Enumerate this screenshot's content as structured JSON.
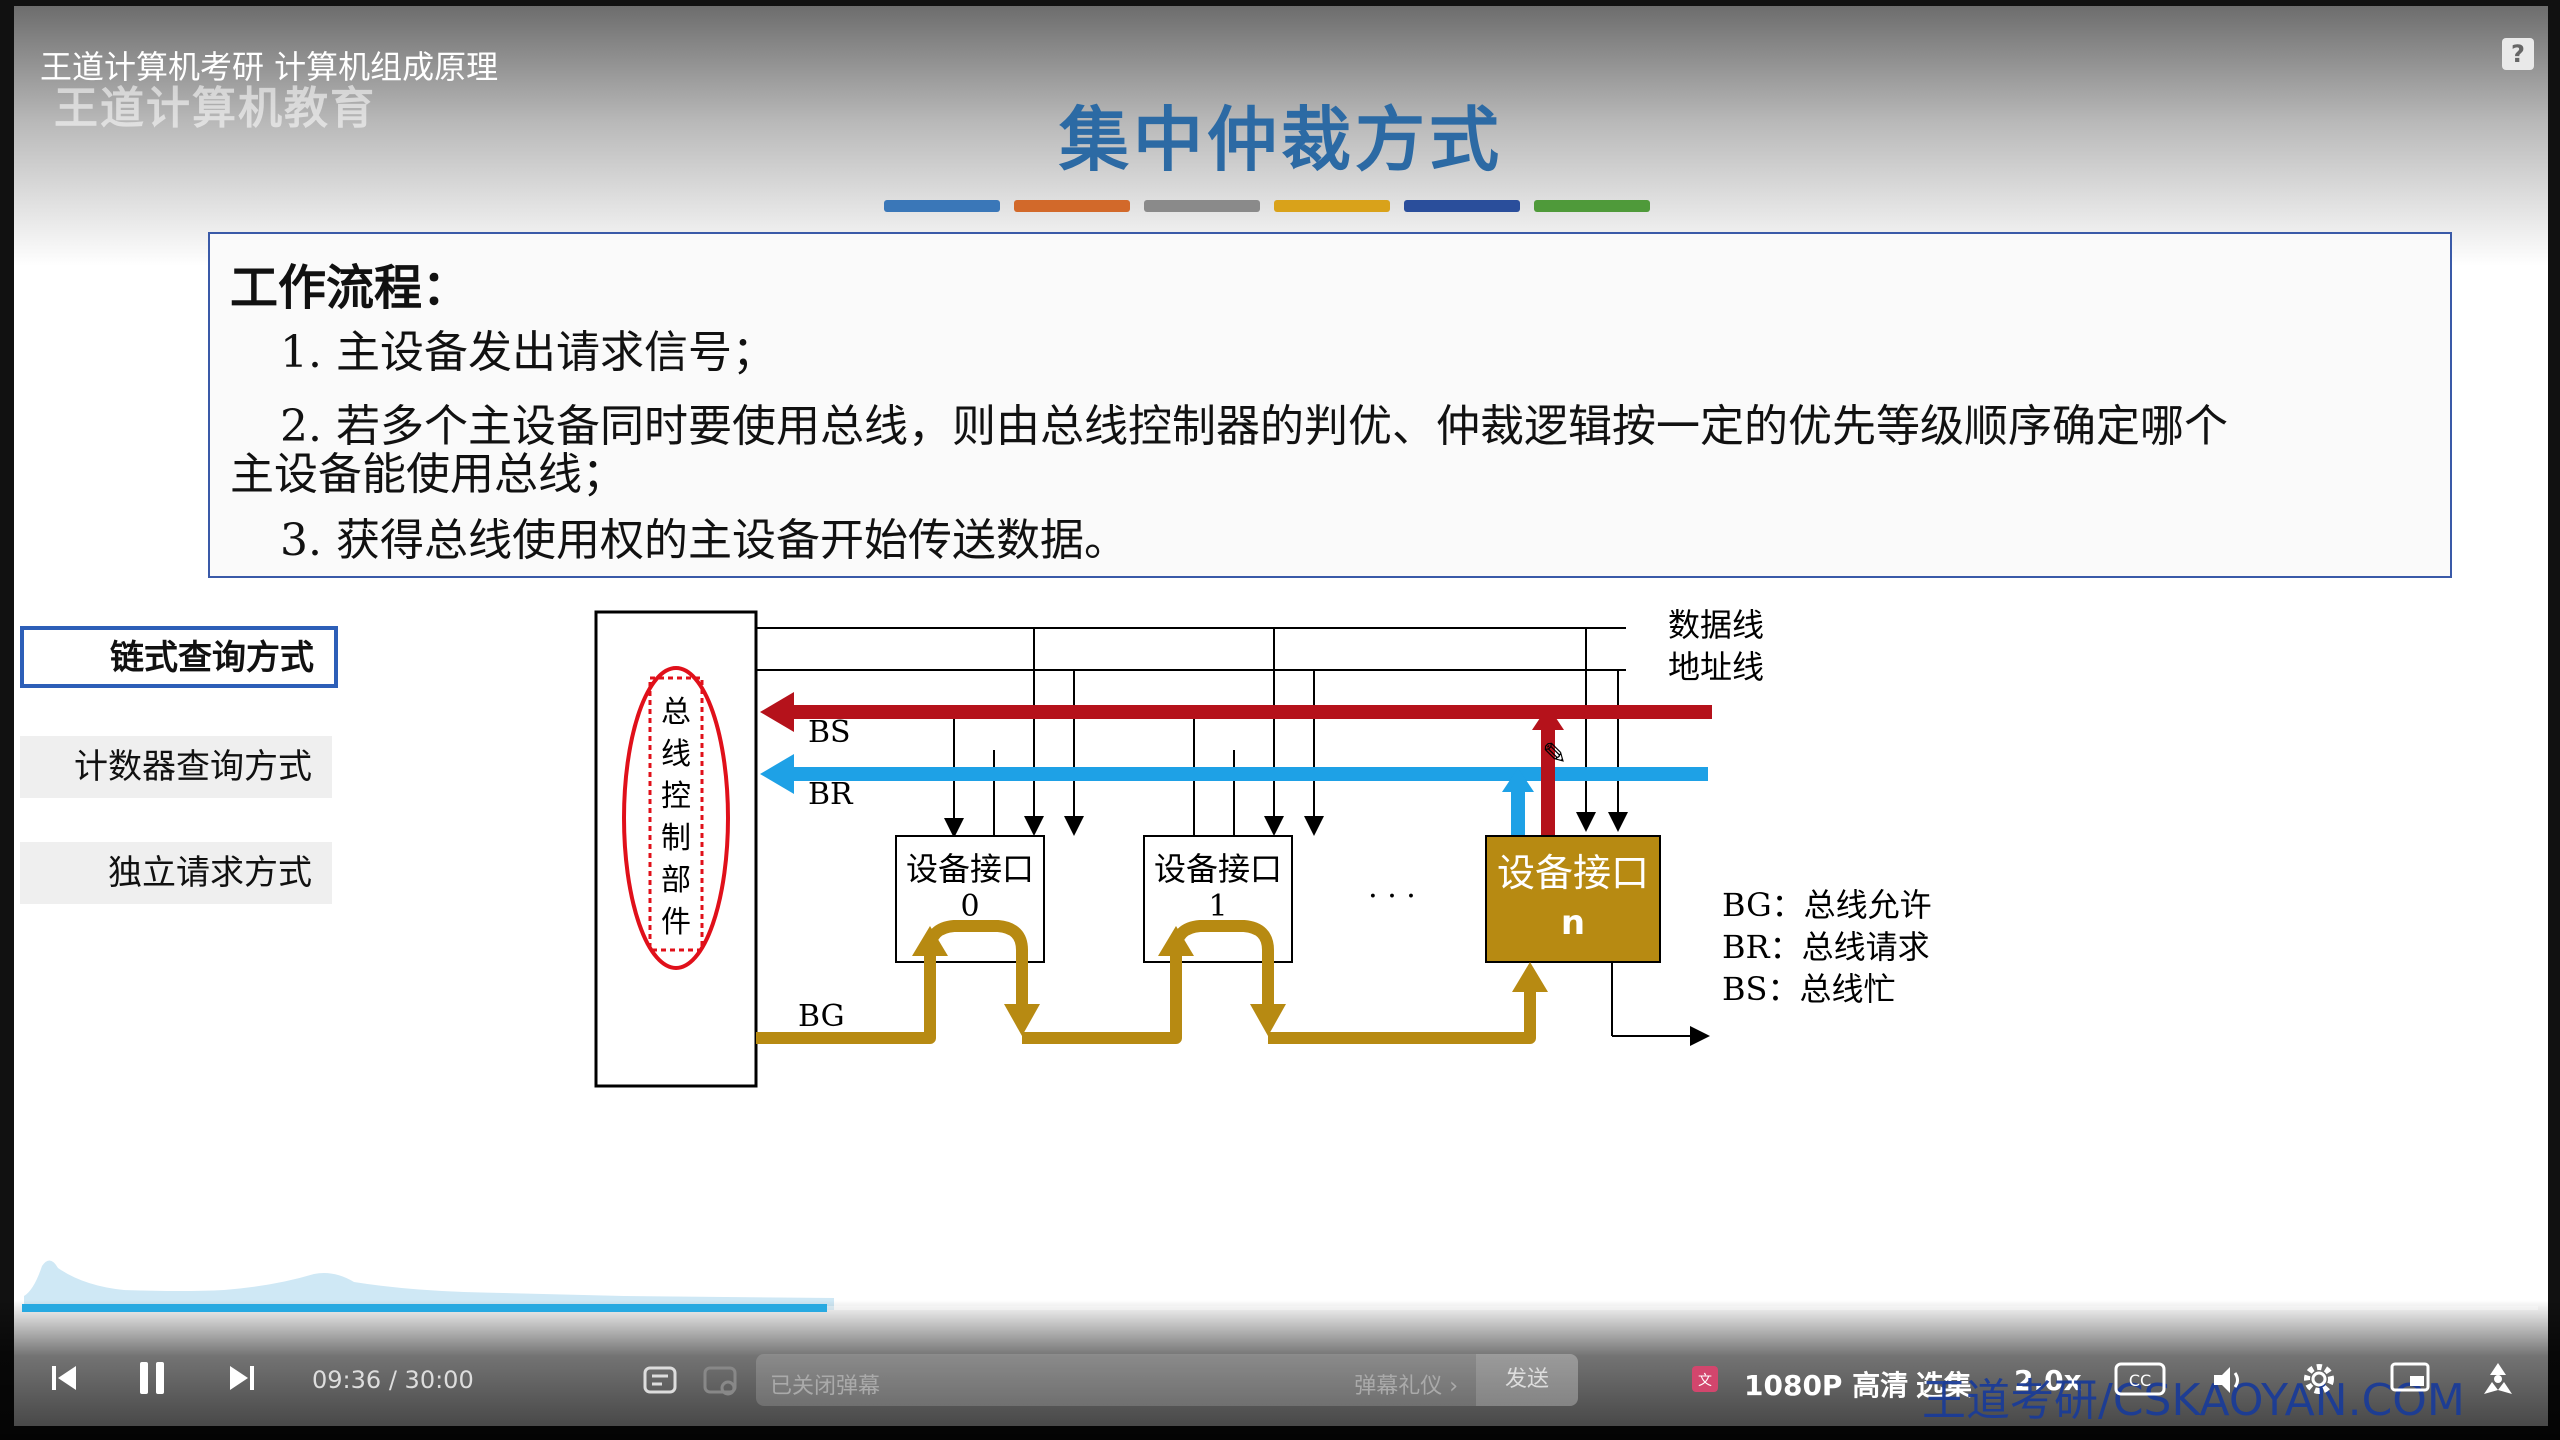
{
  "player": {
    "course_title": "王道计算机考研 计算机组成原理",
    "watermark_top_left": "王道计算机教育",
    "help_icon": "?",
    "time_current": "09:36",
    "time_separator": "/",
    "time_total": "30:00",
    "progress_fraction": 0.32,
    "danmu_placeholder": "已关闭弹幕",
    "danmu_etiquette": "弹幕礼仪 ›",
    "send_label": "发送",
    "quality_label": "1080P 高清",
    "episodes_label": "选集",
    "speed_label": "2.0x",
    "watermark_bottom_right": "王道考研/CSKAOYAN.COM"
  },
  "slide": {
    "title": "集中仲裁方式",
    "accent_colors": [
      "#3a77b8",
      "#d2692a",
      "#8a8a8a",
      "#d9a21a",
      "#2a4e9b",
      "#4f9a3a"
    ],
    "box_heading": "工作流程：",
    "steps": [
      "1. 主设备发出请求信号；",
      "2. 若多个主设备同时要使用总线，则由总线控制器的判优、仲裁逻辑按一定的优先等级顺序确定哪个",
      "主设备能使用总线；",
      "3. 获得总线使用权的主设备开始传送数据。"
    ]
  },
  "side_menu": {
    "items": [
      {
        "label": "链式查询方式",
        "active": true
      },
      {
        "label": "计数器查询方式",
        "active": false
      },
      {
        "label": "独立请求方式",
        "active": false
      }
    ]
  },
  "diagram": {
    "controller_chars": [
      "总",
      "线",
      "控",
      "制",
      "部",
      "件"
    ],
    "line_labels": [
      "数据线",
      "地址线"
    ],
    "signals": {
      "bs": "BS",
      "br": "BR",
      "bg": "BG"
    },
    "devices": [
      {
        "label": "设备接口",
        "index": "0"
      },
      {
        "label": "设备接口",
        "index": "1"
      },
      {
        "label": "设备接口",
        "index": "n"
      }
    ],
    "ellipsis": "· · ·",
    "legend": [
      "BG：总线允许",
      "BR：总线请求",
      "BS：总线忙"
    ],
    "colors": {
      "bs": "#b5121b",
      "br": "#1ea1e6",
      "bg": "#b78a12",
      "device_n_fill": "#b78a12"
    }
  }
}
